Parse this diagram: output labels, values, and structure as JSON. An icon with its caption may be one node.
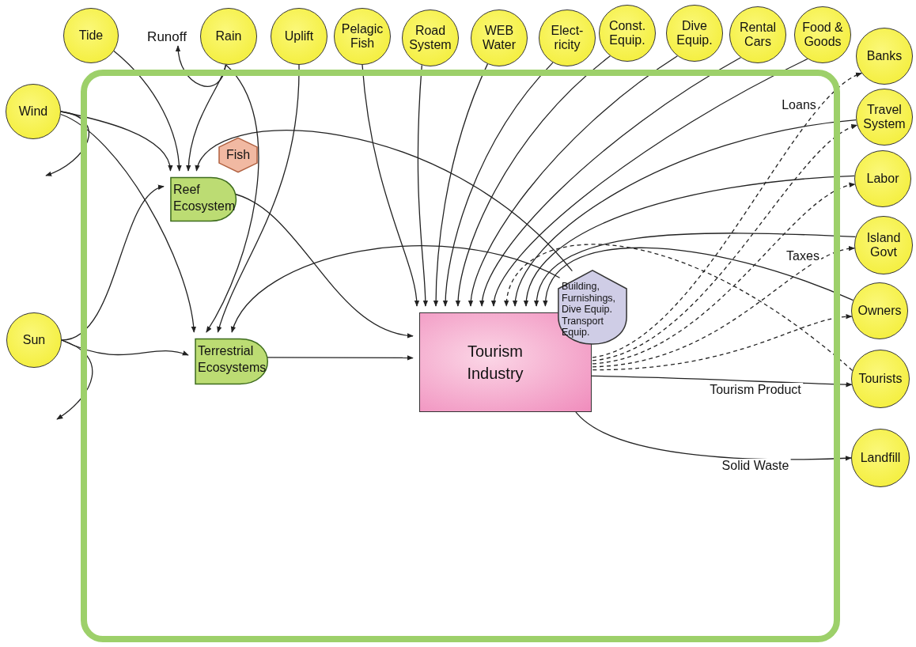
{
  "diagram": {
    "nodes": [
      {
        "text": [],
        "shape": "box"
      },
      {
        "text": [
          "Tide"
        ]
      },
      {
        "text": [
          "Runoff"
        ]
      },
      {
        "text": [
          "Rain"
        ]
      },
      {
        "text": [
          "Uplift"
        ]
      },
      {
        "text": [
          "Pelagic Fish"
        ]
      },
      {
        "text": [
          "Road System"
        ]
      },
      {
        "text": [
          "WEB Water"
        ]
      },
      {
        "text": [
          "Elect- ricity"
        ]
      },
      {
        "text": [
          "Const. Equip."
        ]
      },
      {
        "text": [
          "Dive Equip."
        ]
      },
      {
        "text": [
          "Rental Cars"
        ]
      },
      {
        "text": [
          "Food & Goods"
        ]
      },
      {
        "text": [
          "Banks"
        ]
      },
      {
        "text": [
          "Wind"
        ]
      },
      {
        "text": [
          "Travel System"
        ]
      },
      {
        "text": [
          "Labor"
        ]
      },
      {
        "text": [
          "Island Govt"
        ]
      },
      {
        "text": [
          "Owners"
        ]
      },
      {
        "text": [
          "Tourists"
        ]
      },
      {
        "text": [
          "Landfill"
        ]
      },
      {
        "text": [
          "Sun"
        ]
      },
      {
        "text": [
          "Reef Ecosystem"
        ],
        "in": 0
      },
      {
        "text": [
          "Fish"
        ],
        "in": 0
      },
      {
        "text": [
          "Terrestrial Ecosystems"
        ],
        "in": 0
      },
      {
        "text": [
          "Tourism Industry"
        ],
        "in": 0
      },
      {
        "text": [
          "Building, Furnishings, Dive Equip. Transport Equip."
        ],
        "in": 0
      }
    ],
    "edges": [
      {
        "from": 14,
        "to": 22,
        "arrow": "to"
      },
      {
        "from": 1,
        "to": 22,
        "arrow": "to"
      },
      {
        "from": 3,
        "to": 22,
        "arrow": "to"
      },
      {
        "from": 26,
        "to": 22,
        "arrow": "to"
      },
      {
        "from": 21,
        "to": 22,
        "arrow": "to"
      },
      {
        "from": 3,
        "to": 2,
        "arrow": "to"
      },
      {
        "from": 14,
        "to": null,
        "arrow": "to"
      },
      {
        "from": 14,
        "to": 24,
        "arrow": "to"
      },
      {
        "from": 3,
        "to": 24,
        "arrow": "to"
      },
      {
        "from": 4,
        "to": 24,
        "arrow": "to"
      },
      {
        "from": 26,
        "to": 24,
        "arrow": "to"
      },
      {
        "from": 21,
        "to": 24,
        "arrow": "to"
      },
      {
        "from": 21,
        "to": null,
        "arrow": "to"
      },
      {
        "from": 22,
        "to": 25,
        "arrow": "to"
      },
      {
        "from": 24,
        "to": 25,
        "arrow": "to"
      },
      {
        "from": 5,
        "to": 25,
        "arrow": "to"
      },
      {
        "from": 6,
        "to": 25,
        "arrow": "to"
      },
      {
        "from": 7,
        "to": 25,
        "arrow": "to"
      },
      {
        "from": 8,
        "to": 25,
        "arrow": "to"
      },
      {
        "from": 9,
        "to": 25,
        "arrow": "to"
      },
      {
        "from": 10,
        "to": 25,
        "arrow": "to"
      },
      {
        "from": 11,
        "to": 25,
        "arrow": "to"
      },
      {
        "from": 12,
        "to": 25,
        "arrow": "to"
      },
      {
        "from": 15,
        "to": 25,
        "arrow": "to"
      },
      {
        "from": 16,
        "to": 25,
        "arrow": "to"
      },
      {
        "from": 17,
        "to": 25,
        "arrow": "to"
      },
      {
        "from": 18,
        "to": 25,
        "arrow": "to"
      },
      {
        "from": 19,
        "to": 25,
        "arrow": "to",
        "style": "dashed"
      },
      {
        "from": 25,
        "to": 13,
        "arrow": "to",
        "style": "dashed",
        "label": "Loans"
      },
      {
        "from": 25,
        "to": 15,
        "arrow": "to",
        "style": "dashed"
      },
      {
        "from": 25,
        "to": 16,
        "arrow": "to",
        "style": "dashed"
      },
      {
        "from": 25,
        "to": 17,
        "arrow": "to",
        "style": "dashed",
        "label": "Taxes"
      },
      {
        "from": 25,
        "to": 18,
        "arrow": "to",
        "style": "dashed"
      },
      {
        "from": 25,
        "to": 19,
        "arrow": "to",
        "label": "Tourism Product"
      },
      {
        "from": 25,
        "to": 20,
        "arrow": "to",
        "label": "Solid Waste"
      }
    ]
  }
}
